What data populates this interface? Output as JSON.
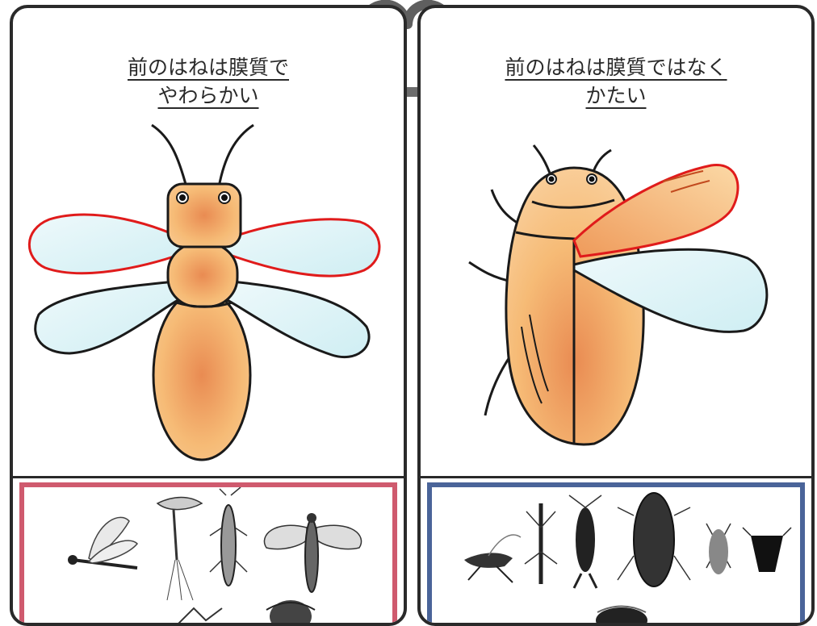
{
  "left_card": {
    "title_line1": "前のはねは膜質で",
    "title_line2": "やわらかい",
    "frame_color": "#cf5a6e",
    "outline_color": "#e01b1b",
    "wing_fill": "#dff3f6",
    "body_fill": "#f3b36c"
  },
  "right_card": {
    "title_line1": "前のはねは膜質ではなく",
    "title_line2": "かたい",
    "frame_color": "#4a6499",
    "outline_color": "#e01b1b",
    "wing_fill": "#dff3f6",
    "body_fill": "#f3b36c"
  }
}
